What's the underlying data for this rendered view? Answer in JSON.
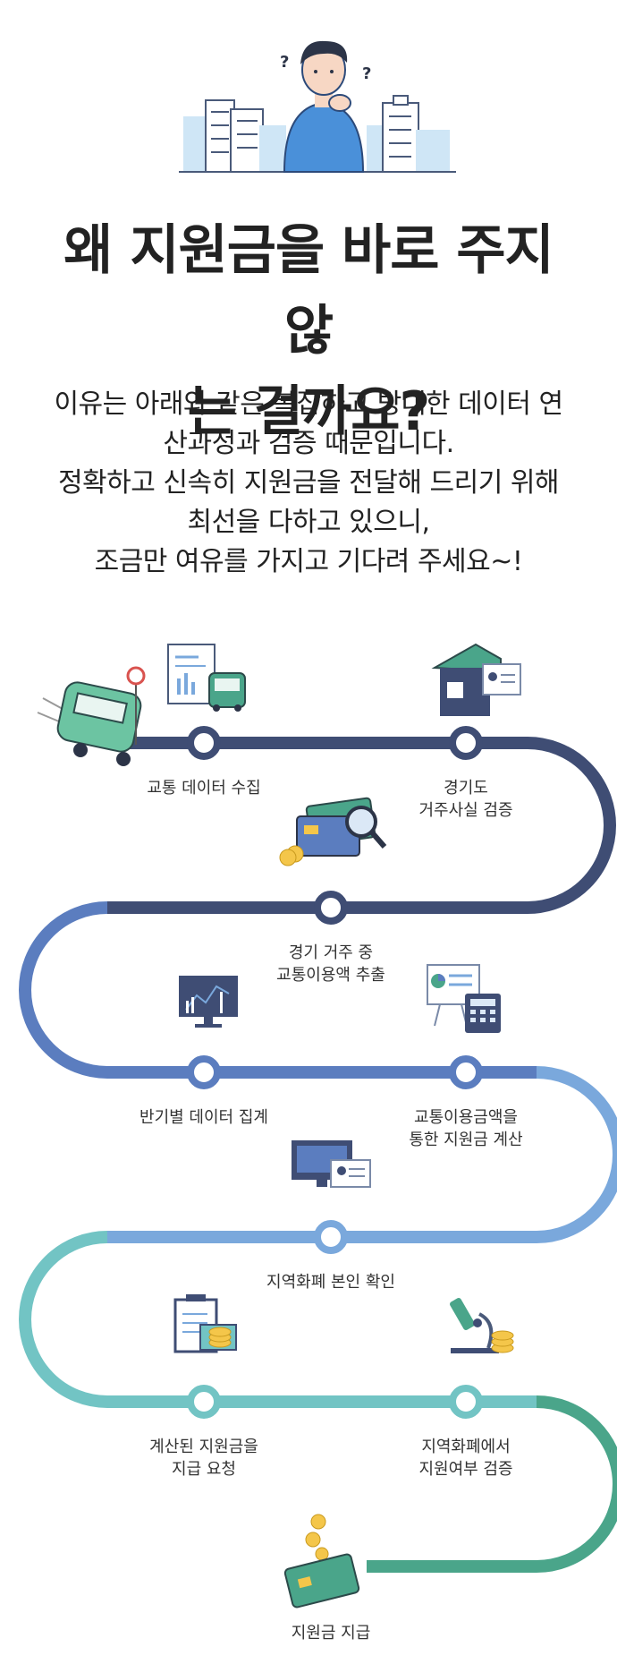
{
  "title": {
    "line1": "왜 지원금을 바로 주지 않",
    "line2": "는 걸까요?"
  },
  "description": [
    "이유는 아래와 같은 복잡하고 방대한 데이터 연",
    "산과정과 검증 때문입니다.",
    "정확하고 신속히 지원금을 전달해 드리기 위해",
    "최선을 다하고 있으니,",
    "조금만 여유를 가지고 기다려 주세요~!"
  ],
  "steps": [
    {
      "label1": "교통 데이터 수집",
      "label2": "",
      "icon": "bus-icon"
    },
    {
      "label1": "경기도",
      "label2": "거주사실 검증",
      "icon": "house-icon"
    },
    {
      "label1": "경기 거주 중",
      "label2": "교통이용액 추출",
      "icon": "card-magnifier-icon"
    },
    {
      "label1": "반기별 데이터 집계",
      "label2": "",
      "icon": "monitor-chart-icon"
    },
    {
      "label1": "교통이용금액을",
      "label2": "통한 지원금 계산",
      "icon": "calculator-icon"
    },
    {
      "label1": "지역화폐 본인 확인",
      "label2": "",
      "icon": "id-check-icon"
    },
    {
      "label1": "계산된 지원금을",
      "label2": "지급 요청",
      "icon": "clipboard-coins-icon"
    },
    {
      "label1": "지역화폐에서",
      "label2": "지원여부 검증",
      "icon": "microscope-icon"
    },
    {
      "label1": "지원금 지급",
      "label2": "",
      "icon": "payment-card-icon"
    }
  ],
  "colors": {
    "navy": "#3f4d74",
    "blue": "#5b7dbf",
    "lightblue": "#7aa8dc",
    "teal": "#72c4c4",
    "green": "#4aa58a",
    "accent": "#f4c64a"
  }
}
